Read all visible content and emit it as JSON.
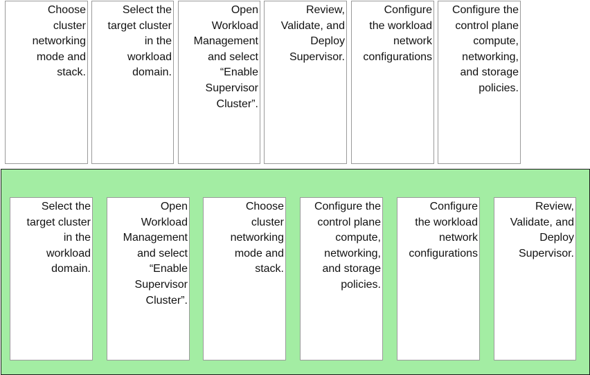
{
  "source_cards": [
    {
      "lines": [
        "Choose",
        "cluster",
        "networking",
        "mode and",
        "stack."
      ]
    },
    {
      "lines": [
        "Select the",
        "target cluster",
        "in the",
        "workload",
        "domain."
      ]
    },
    {
      "lines": [
        "Open",
        "Workload",
        "Management",
        "and select",
        "“Enable",
        "Supervisor",
        "Cluster”."
      ]
    },
    {
      "lines": [
        "Review,",
        "Validate, and",
        "Deploy",
        "Supervisor."
      ]
    },
    {
      "lines": [
        "Configure",
        "the workload",
        "network",
        "configurations"
      ]
    },
    {
      "lines": [
        "Configure the",
        "control plane",
        "compute,",
        "networking,",
        "and storage",
        "policies."
      ]
    }
  ],
  "target_cards": [
    {
      "lines": [
        "Select the",
        "target cluster",
        "in the",
        "workload",
        "domain."
      ]
    },
    {
      "lines": [
        "Open",
        "Workload",
        "Management",
        "and select",
        "“Enable",
        "Supervisor",
        "Cluster”."
      ]
    },
    {
      "lines": [
        "Choose",
        "cluster",
        "networking",
        "mode and",
        "stack."
      ]
    },
    {
      "lines": [
        "Configure the",
        "control plane",
        "compute,",
        "networking,",
        "and storage",
        "policies."
      ]
    },
    {
      "lines": [
        "Configure",
        "the workload",
        "network",
        "configurations"
      ]
    },
    {
      "lines": [
        "Review,",
        "Validate, and",
        "Deploy",
        "Supervisor."
      ]
    }
  ],
  "colors": {
    "drop_zone_fill": "#a3eda3",
    "drop_zone_border": "#1a1a1a",
    "card_border": "#9a9a9a"
  }
}
